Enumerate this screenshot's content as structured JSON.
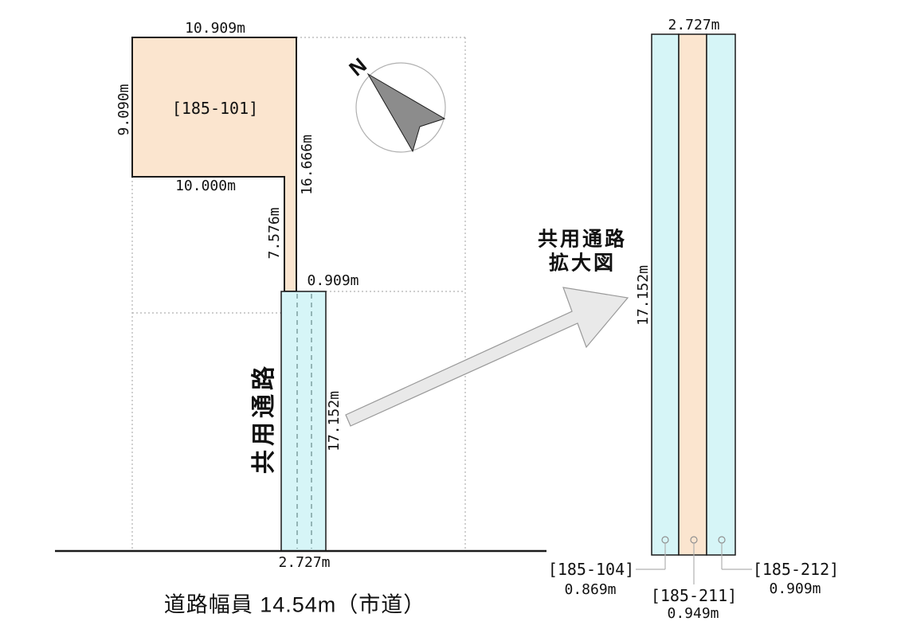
{
  "colors": {
    "parcel_fill": "#fbe5cf",
    "passage_fill": "#d6f5f7",
    "outline": "#1a1a1a",
    "dashed_divider": "#7fa0a0",
    "dotted_boundary": "#b0b0b0",
    "arrow_fill": "#e9e9e9",
    "arrow_stroke": "#999999",
    "compass_needle": "#8c8c8c",
    "leader_line": "#b0b0b0"
  },
  "site_plan": {
    "parcel_label": "[185-101]",
    "dim_top_width": "10.909m",
    "dim_left_height": "9.090m",
    "dim_inner_width": "10.000m",
    "dim_right_height": "16.666m",
    "dim_corridor_length": "7.576m",
    "dim_corridor_width": "0.909m",
    "passage_label": "共用通路",
    "dim_passage_length": "17.152m",
    "dim_passage_width": "2.727m",
    "north_label": "N",
    "road_caption": "道路幅員 14.54m（市道）"
  },
  "enlarged_view": {
    "title_line1": "共用通路",
    "title_line2": "拡大図",
    "dim_top_width": "2.727m",
    "dim_side_length": "17.152m",
    "parcels": [
      {
        "id": "[185-104]",
        "width": "0.869m"
      },
      {
        "id": "[185-211]",
        "width": "0.949m"
      },
      {
        "id": "[185-212]",
        "width": "0.909m"
      }
    ]
  }
}
